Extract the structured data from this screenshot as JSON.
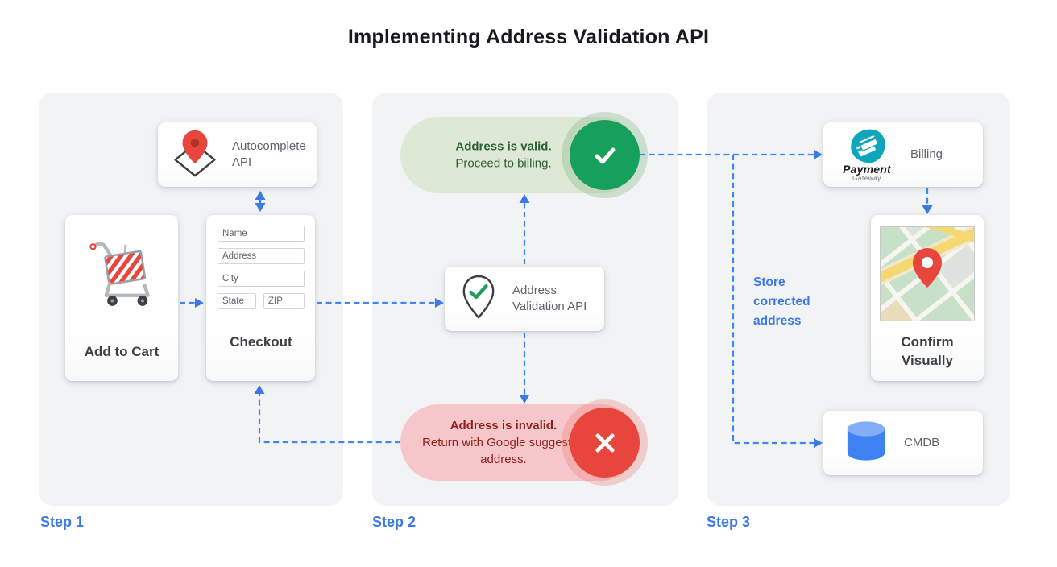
{
  "title": "Implementing Address Validation API",
  "colors": {
    "accent_blue": "#3b78e8",
    "valid_green": "#16a05b",
    "invalid_red": "#e8453c",
    "pill_green_bg": "#dde9d4",
    "pill_red_bg": "#f5c7ca",
    "panel_gray": "#f1f3f4"
  },
  "icons": {
    "autocomplete": "map-pin-diamond-icon",
    "add_to_cart": "shopping-cart-icon",
    "validation": "pin-check-icon",
    "valid": "check-icon",
    "invalid": "x-icon",
    "billing": "payment-gateway-logo",
    "confirm": "map-thumbnail",
    "cmdb": "database-icon"
  },
  "steps": {
    "step1": "Step 1",
    "step2": "Step 2",
    "step3": "Step 3"
  },
  "step1": {
    "autocomplete": {
      "label": "Autocomplete API"
    },
    "add_to_cart": {
      "label": "Add to Cart"
    },
    "checkout": {
      "label": "Checkout",
      "fields": {
        "name": "Name",
        "address": "Address",
        "city": "City",
        "state": "State",
        "zip": "ZIP"
      }
    }
  },
  "step2": {
    "valid": {
      "title": "Address is valid.",
      "subtitle": "Proceed to billing."
    },
    "validation_api": {
      "label": "Address Validation API"
    },
    "invalid": {
      "title": "Address is invalid.",
      "subtitle": "Return with Google suggested address."
    }
  },
  "step3": {
    "billing": {
      "label": "Billing",
      "logo_title": "Payment",
      "logo_subtitle": "Gateway"
    },
    "confirm": {
      "label": "Confirm Visually"
    },
    "cmdb": {
      "label": "CMDB"
    },
    "note": "Store corrected address"
  }
}
